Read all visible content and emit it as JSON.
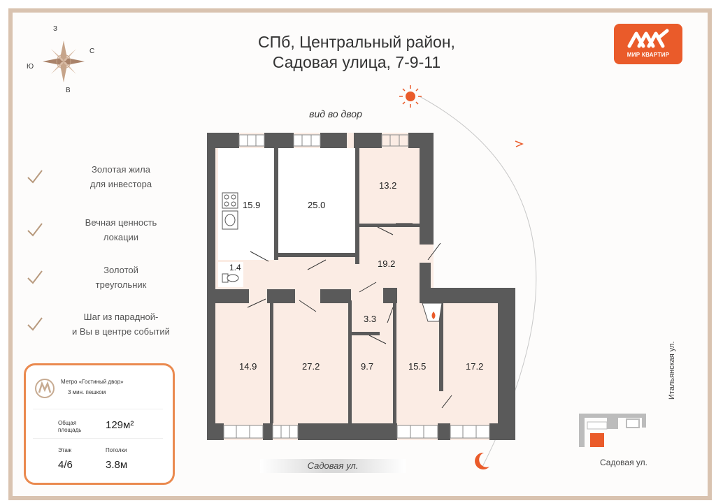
{
  "title": {
    "line1": "СПб, Центральный район,",
    "line2": "Садовая улица, 7-9-11"
  },
  "logo": {
    "text": "МИР КВАРТИР",
    "color": "#ea5b2a"
  },
  "compass": {
    "north": "З",
    "east": "С",
    "south": "В",
    "west": "Ю"
  },
  "features": [
    {
      "line1": "Золотая жила",
      "line2": "для инвестора"
    },
    {
      "line1": "Вечная ценность",
      "line2": "локации"
    },
    {
      "line1": "Золотой",
      "line2": "треугольник"
    },
    {
      "line1": "Шаг из парадной-",
      "line2": "и Вы в центре событий"
    }
  ],
  "info": {
    "metro_name": "Метро «Гостиный двор»",
    "metro_time": "3 мин. пешком",
    "area_label_1": "Общая",
    "area_label_2": "площадь",
    "area_value": "129м²",
    "floor_label": "Этаж",
    "floor_value": "4/6",
    "ceiling_label": "Потолки",
    "ceiling_value": "3.8м",
    "accent": "#ea8a4f"
  },
  "plan": {
    "view_label": "вид во двор",
    "rooms": [
      "15.9",
      "25.0",
      "13.2",
      "1.4",
      "19.2",
      "3.3",
      "14.9",
      "27.2",
      "9.7",
      "15.5",
      "17.2"
    ],
    "street": "Садовая ул.",
    "wall_color": "#595959",
    "floor_color": "#fbece4"
  },
  "mini_map": {
    "street_bottom": "Садовая ул.",
    "street_side": "Итальянская ул."
  }
}
